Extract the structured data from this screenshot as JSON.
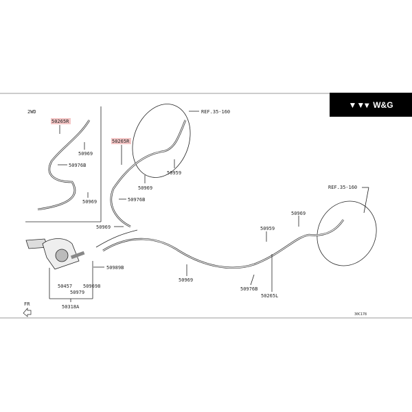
{
  "logo": {
    "icon": "triangle-arrows-icon",
    "text": "W&G"
  },
  "inset": {
    "title": "2WD"
  },
  "labels": {
    "inset_cable": "50265R",
    "inset_nut_top": "50969",
    "inset_bolt": "50976B",
    "inset_nut_bottom": "50969",
    "cable_r": "50265R",
    "ref_top": "REF.35-160",
    "nut_r_upper": "50959",
    "nut_r_mid": "50969",
    "bolt_r": "50976B",
    "nut_r_lower": "50969",
    "lever_bolt": "50989B",
    "lever_part_a": "50457",
    "lever_part_b": "509698",
    "lever_part_c": "50979",
    "lever_assy": "50318A",
    "front": "FR",
    "nut_center": "50969",
    "bolt_l": "50976B",
    "cable_l": "50265L",
    "nut_l_a": "50959",
    "nut_l_b": "50969",
    "ref_right": "REF.35-160",
    "diagram_code": "30C178"
  },
  "colors": {
    "highlight": "#f4c6c6",
    "logo_bg": "#000000"
  }
}
